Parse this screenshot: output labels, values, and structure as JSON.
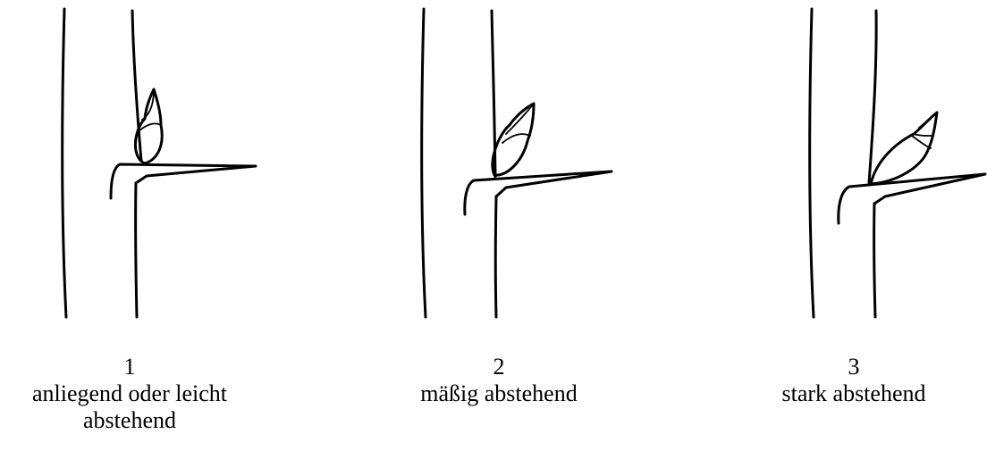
{
  "panels": [
    {
      "number": "1",
      "label": "anliegend oder leicht abstehend"
    },
    {
      "number": "2",
      "label": "mäßig abstehend"
    },
    {
      "number": "3",
      "label": "stark abstehend"
    }
  ]
}
